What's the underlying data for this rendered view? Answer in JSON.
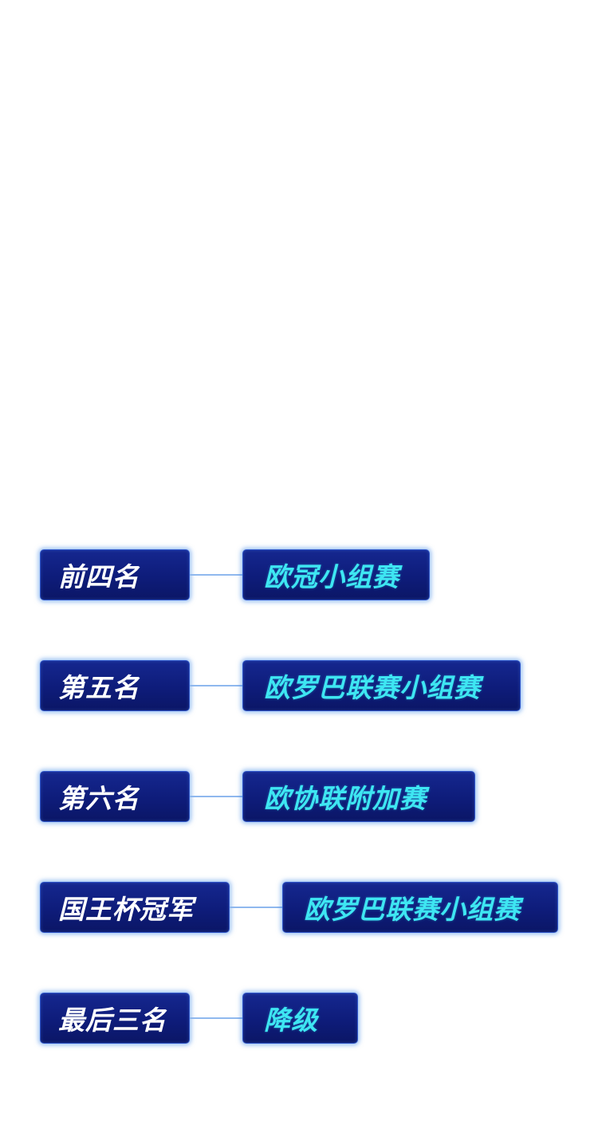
{
  "rows": [
    {
      "label": "前四名",
      "result": "欧冠小组赛"
    },
    {
      "label": "第五名",
      "result": "欧罗巴联赛小组赛"
    },
    {
      "label": "第六名",
      "result": "欧协联附加赛"
    },
    {
      "label": "国王杯冠军",
      "result": "欧罗巴联赛小组赛"
    },
    {
      "label": "最后三名",
      "result": "降级"
    }
  ],
  "colors": {
    "box_fill": "#0e1c7a",
    "box_border": "#2e55c8",
    "label_text": "#ffffff",
    "result_text": "#3ee6f2",
    "connector": "#8fb8ee"
  }
}
